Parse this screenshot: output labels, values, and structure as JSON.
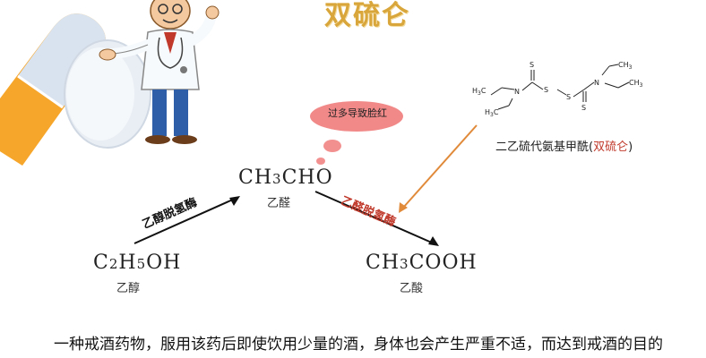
{
  "title": "双硫仑",
  "bubble": {
    "text": "过多导致脸红",
    "color": "#f07c7c"
  },
  "reactions": {
    "ethanol": {
      "formula_parts": [
        "C",
        "2",
        "H",
        "5",
        "OH"
      ],
      "name": "乙醇"
    },
    "acetaldehyde": {
      "formula_parts": [
        "CH",
        "3",
        "CHO"
      ],
      "name": "乙醛"
    },
    "acetic_acid": {
      "formula_parts": [
        "CH",
        "3",
        "COOH"
      ],
      "name": "乙酸"
    },
    "enzyme1": "乙醇脱氢酶",
    "enzyme2": "乙醛脱氢酶"
  },
  "molecule": {
    "name_prefix": "二乙硫代氨基甲酰(",
    "name_highlight": "双硫仑",
    "name_suffix": ")",
    "atoms": {
      "s": "S",
      "n": "N",
      "ch3": "CH",
      "h3c": "H",
      "sub3": "3",
      "c": "C"
    }
  },
  "caption": "一种戒酒药物，服用该药后即使饮用少量的酒，身体也会产生严重不适，而达到戒酒的目的",
  "colors": {
    "title": "#d8a63a",
    "enzyme_red": "#c0392b",
    "inhibit_arrow": "#e08a3a"
  }
}
